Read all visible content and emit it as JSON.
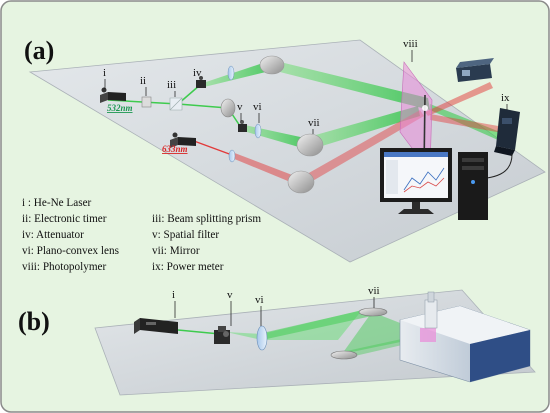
{
  "panels": {
    "a": "(a)",
    "b": "(b)"
  },
  "wavelengths": {
    "green": "532nm",
    "red": "633nm"
  },
  "labels_a": {
    "i": "i",
    "ii": "ii",
    "iii": "iii",
    "iv": "iv",
    "v": "v",
    "vi": "vi",
    "vii": "vii",
    "viii": "viii",
    "ix": "ix"
  },
  "labels_b": {
    "i": "i",
    "v": "v",
    "vi": "vi",
    "vii": "vii"
  },
  "legend": {
    "i": "i : He-Ne Laser",
    "ii": "ii: Electronic timer",
    "iii": "iii: Beam splitting prism",
    "iv": "iv: Attenuator",
    "v": "v: Spatial filter",
    "vi": "vi: Plano-convex lens",
    "vii": "vii: Mirror",
    "viii": "viii: Photopolymer",
    "ix": "ix: Power meter"
  },
  "colors": {
    "background": "#e6f4e1",
    "border": "#8a8a8a",
    "green_beam": "#3ecb4e",
    "red_beam": "#e23a3a",
    "table": "#d4d8dc",
    "photopolymer": "#e98ad8",
    "wavelength_green": "#1f9a53",
    "wavelength_red": "#d92828"
  }
}
